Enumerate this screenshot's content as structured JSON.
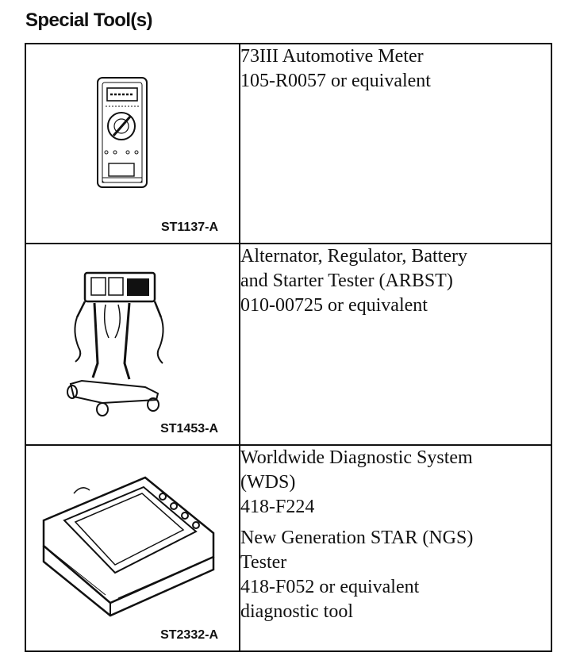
{
  "title": "Special Tool(s)",
  "tools": [
    {
      "image_code": "ST1137-A",
      "icon": "multimeter-icon",
      "descriptions": [
        [
          "73III Automotive Meter",
          "105-R0057 or equivalent"
        ]
      ]
    },
    {
      "image_code": "ST1453-A",
      "icon": "battery-tester-cart-icon",
      "descriptions": [
        [
          "Alternator, Regulator, Battery",
          "and Starter Tester (ARBST)",
          "010-00725 or equivalent"
        ]
      ]
    },
    {
      "image_code": "ST2332-A",
      "icon": "diagnostic-tablet-icon",
      "descriptions": [
        [
          "Worldwide Diagnostic System",
          "(WDS)",
          "418-F224"
        ],
        [
          "New Generation STAR (NGS)",
          "Tester",
          "418-F052 or equivalent",
          "diagnostic tool"
        ]
      ]
    }
  ]
}
